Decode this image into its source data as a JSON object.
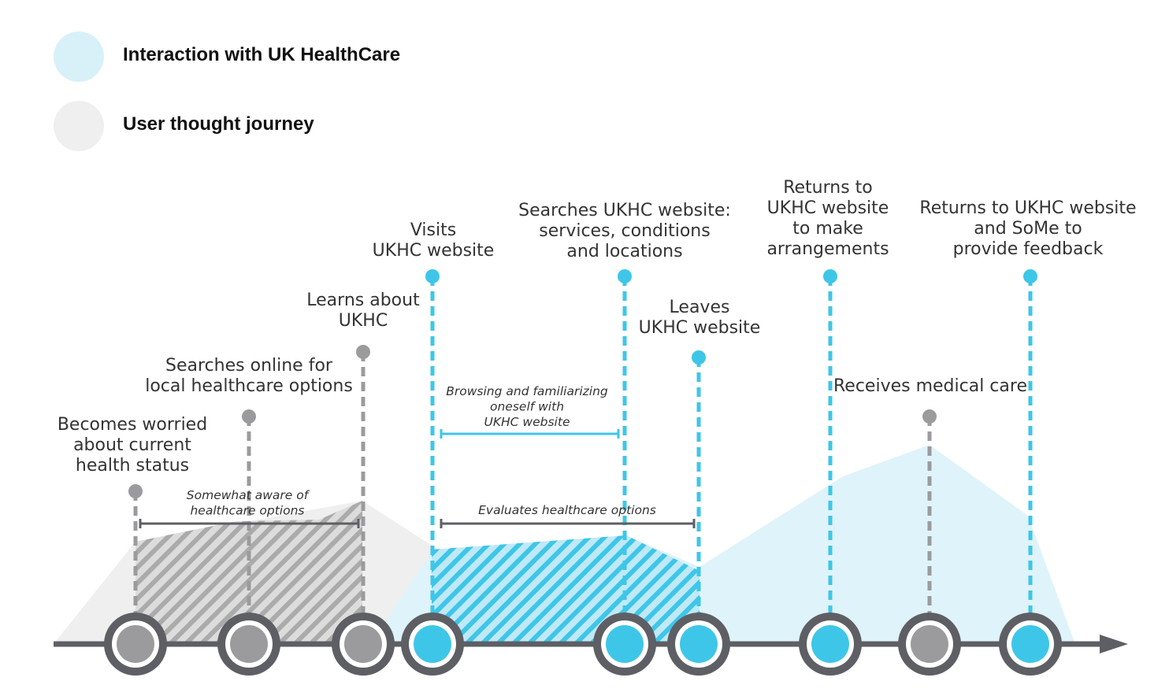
{
  "colors": {
    "interaction": "#3ec6e8",
    "interaction_light": "#d8f1f9",
    "thought": "#9b9b9d",
    "thought_light": "#efefef",
    "axis": "#5e5f64",
    "ring": "#5e5f64"
  },
  "legend": [
    {
      "key": "interaction",
      "label": "Interaction with UK HealthCare"
    },
    {
      "key": "thought",
      "label": "User thought journey"
    }
  ],
  "events": [
    {
      "type": "thought",
      "lines": [
        "Becomes worried",
        "about current",
        "health status"
      ]
    },
    {
      "type": "thought",
      "lines": [
        "Searches online for",
        "local healthcare options"
      ]
    },
    {
      "type": "thought",
      "lines": [
        "Learns about",
        "UKHC"
      ]
    },
    {
      "type": "interaction",
      "lines": [
        "Visits",
        "UKHC website"
      ]
    },
    {
      "type": "interaction",
      "lines": [
        "Searches UKHC website:",
        "services, conditions",
        "and locations"
      ]
    },
    {
      "type": "interaction",
      "lines": [
        "Leaves",
        "UKHC website"
      ]
    },
    {
      "type": "interaction",
      "lines": [
        "Returns to",
        "UKHC website",
        "to make",
        "arrangements"
      ]
    },
    {
      "type": "thought",
      "lines": [
        "Receives medical care"
      ]
    },
    {
      "type": "interaction",
      "lines": [
        "Returns to UKHC website",
        "and SoMe to",
        "provide feedback"
      ]
    }
  ],
  "spans": [
    {
      "type": "thought",
      "lines": [
        "Somewhat aware of",
        "healthcare options"
      ]
    },
    {
      "type": "interaction",
      "lines": [
        "Browsing and familiarizing",
        "oneself with",
        "UKHC website"
      ]
    },
    {
      "type": "thought",
      "lines": [
        "Evaluates healthcare options"
      ]
    }
  ]
}
